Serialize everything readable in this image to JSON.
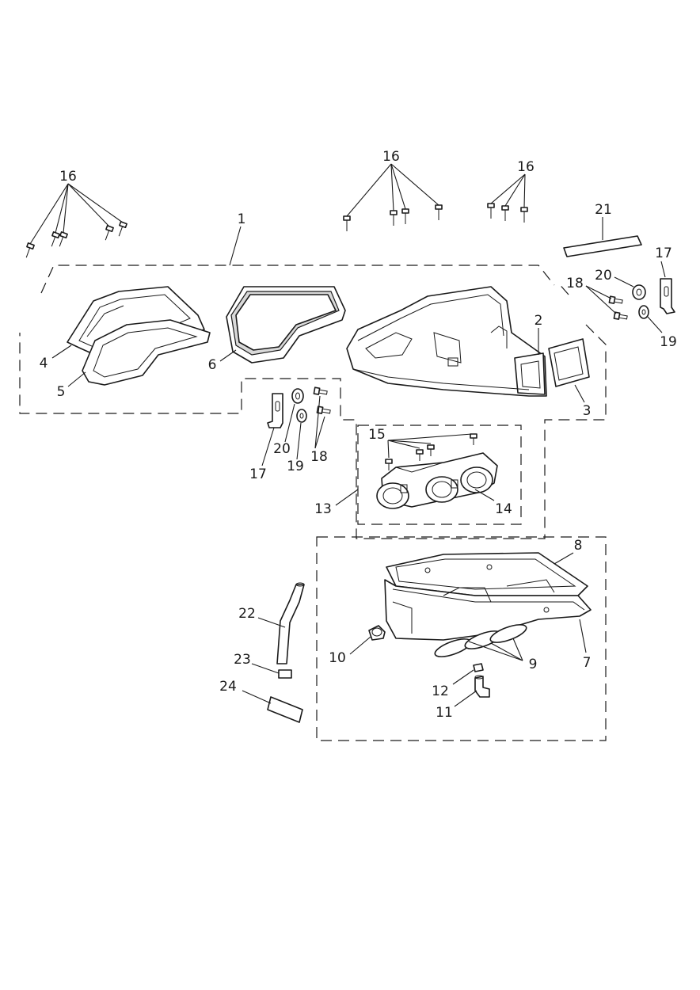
{
  "diagram": {
    "callouts": [
      {
        "id": "c16a",
        "text": "16"
      },
      {
        "id": "c16b",
        "text": "16"
      },
      {
        "id": "c16c",
        "text": "16"
      },
      {
        "id": "c1",
        "text": "1"
      },
      {
        "id": "c21",
        "text": "21"
      },
      {
        "id": "c17a",
        "text": "17"
      },
      {
        "id": "c18a",
        "text": "18"
      },
      {
        "id": "c20a",
        "text": "20"
      },
      {
        "id": "c19a",
        "text": "19"
      },
      {
        "id": "c2",
        "text": "2"
      },
      {
        "id": "c3",
        "text": "3"
      },
      {
        "id": "c4",
        "text": "4"
      },
      {
        "id": "c5",
        "text": "5"
      },
      {
        "id": "c6",
        "text": "6"
      },
      {
        "id": "c17b",
        "text": "17"
      },
      {
        "id": "c20b",
        "text": "20"
      },
      {
        "id": "c19b",
        "text": "19"
      },
      {
        "id": "c18b",
        "text": "18"
      },
      {
        "id": "c15",
        "text": "15"
      },
      {
        "id": "c13",
        "text": "13"
      },
      {
        "id": "c14",
        "text": "14"
      },
      {
        "id": "c8",
        "text": "8"
      },
      {
        "id": "c22",
        "text": "22"
      },
      {
        "id": "c23",
        "text": "23"
      },
      {
        "id": "c24",
        "text": "24"
      },
      {
        "id": "c10",
        "text": "10"
      },
      {
        "id": "c9",
        "text": "9"
      },
      {
        "id": "c7",
        "text": "7"
      },
      {
        "id": "c12",
        "text": "12"
      },
      {
        "id": "c11",
        "text": "11"
      }
    ]
  }
}
